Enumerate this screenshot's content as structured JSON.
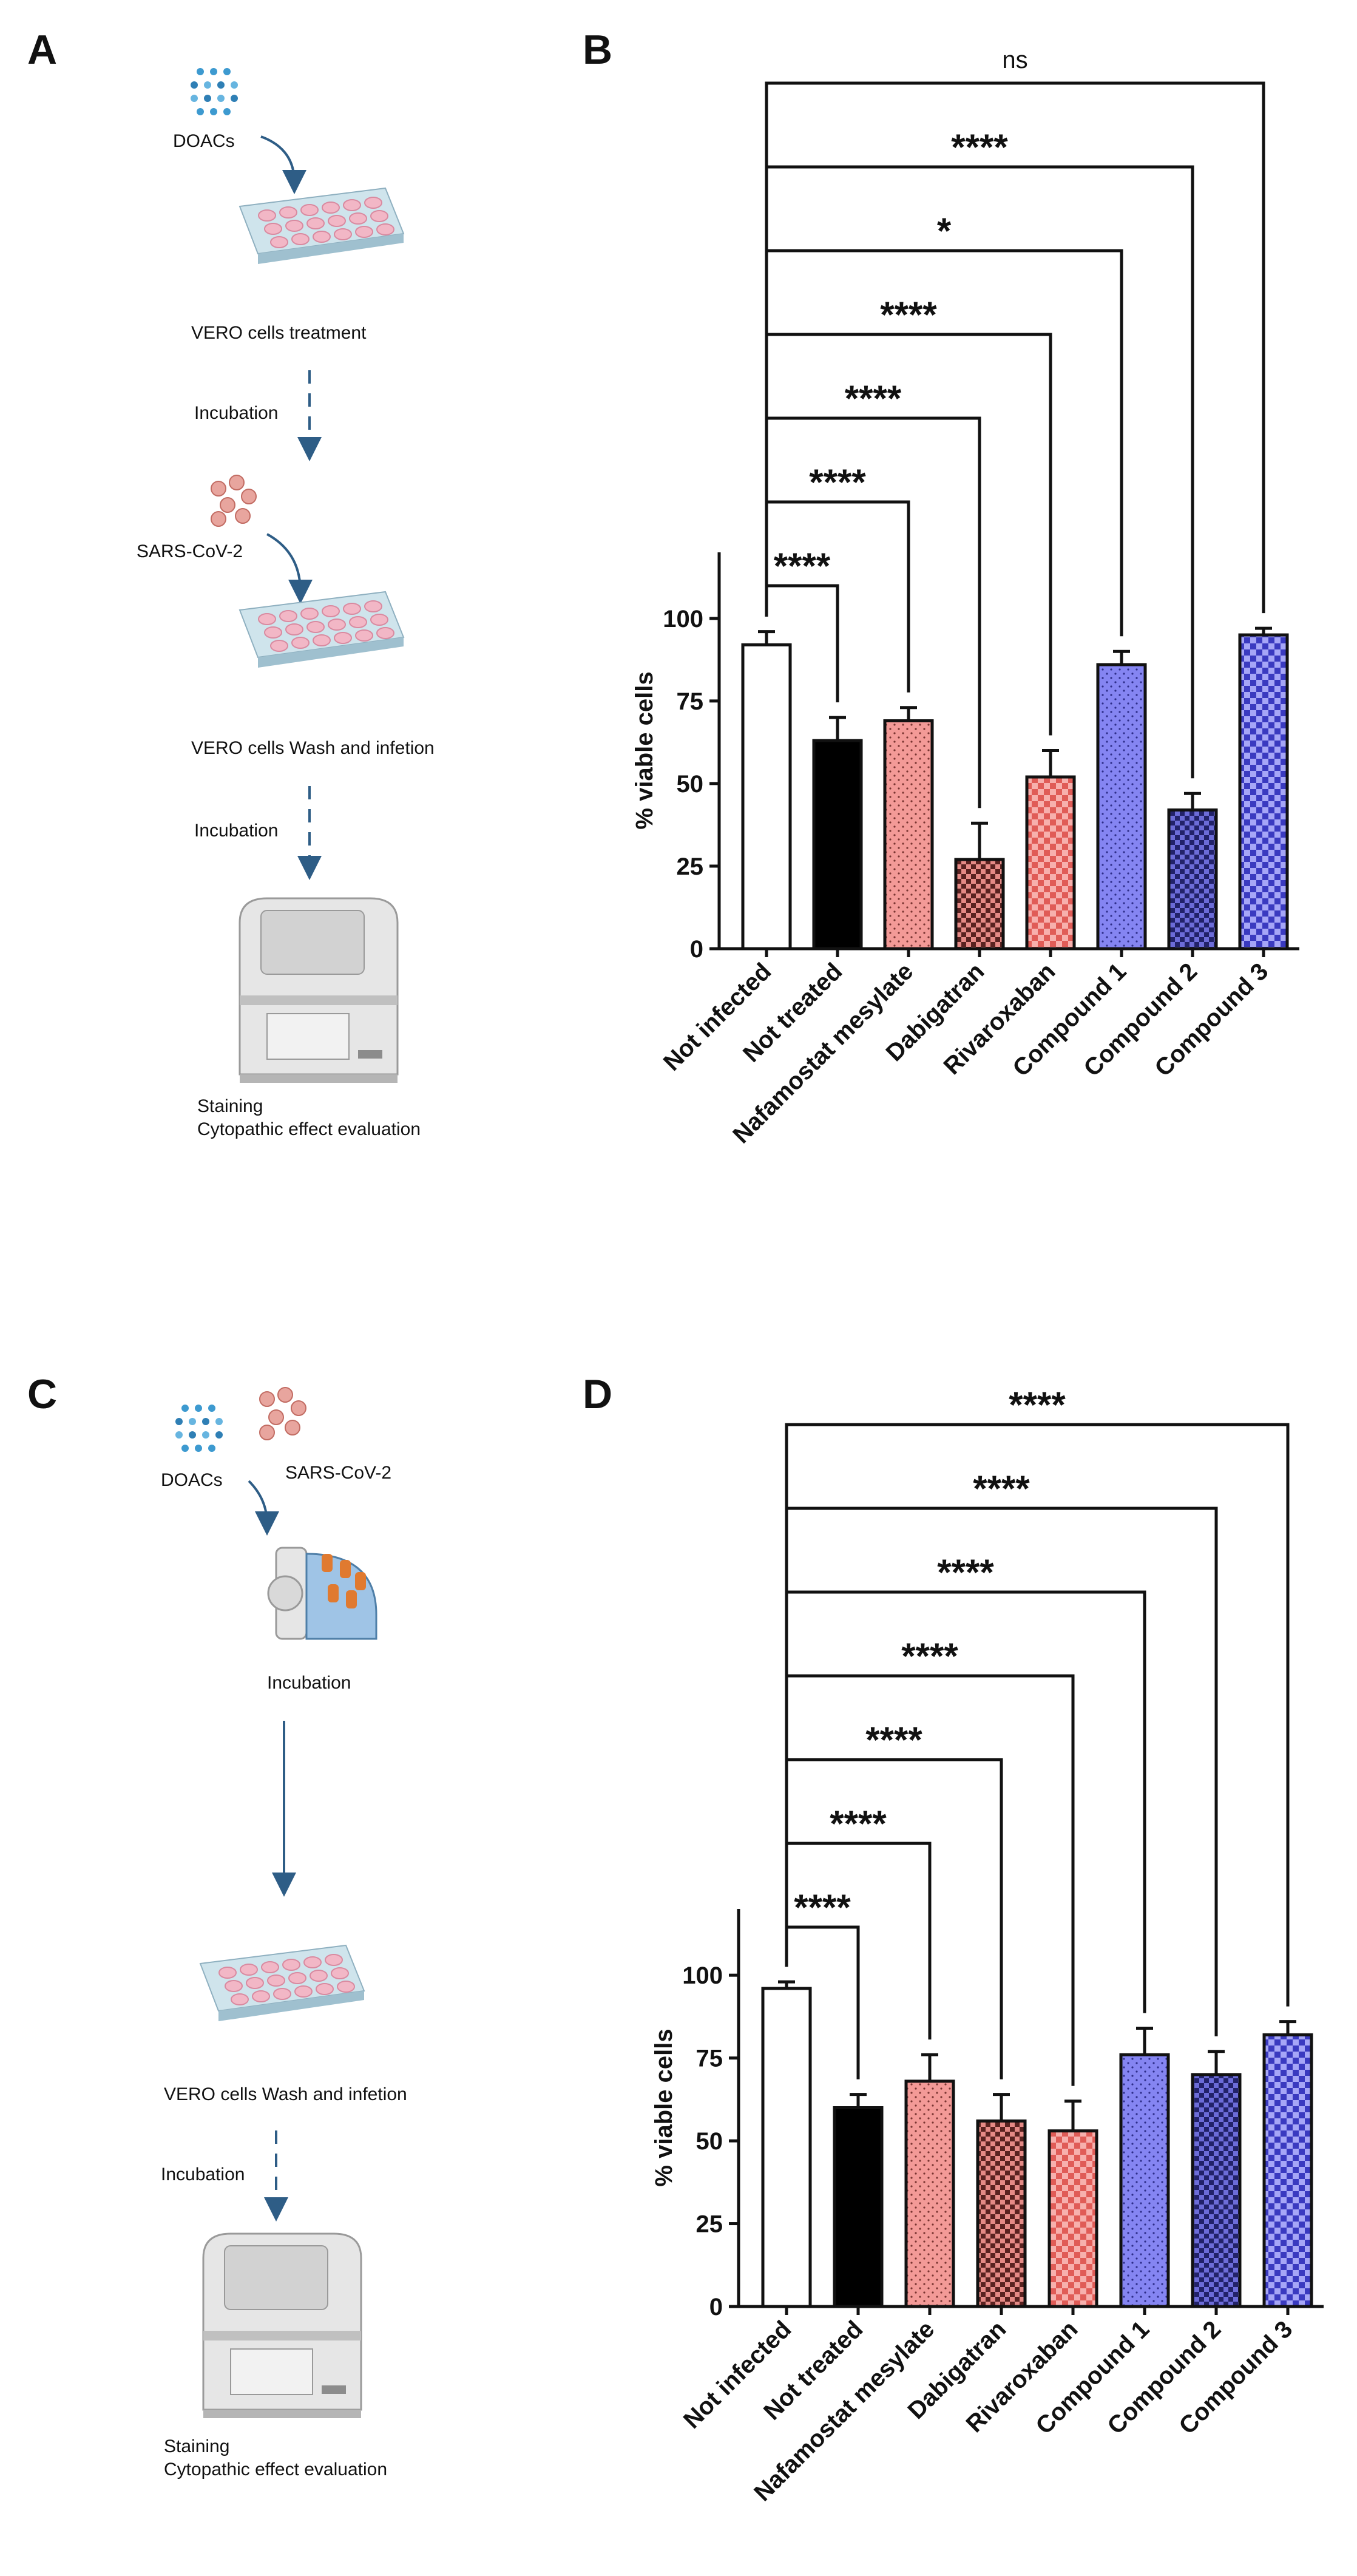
{
  "panel_labels": {
    "a": "A",
    "b": "B",
    "c": "C",
    "d": "D"
  },
  "workflow_a": {
    "doacs": "DOACs",
    "step1": "VERO cells treatment",
    "incubation1": "Incubation",
    "virus": "SARS-CoV-2",
    "step2": "VERO cells Wash and infetion",
    "incubation2": "Incubation",
    "staining": "Staining",
    "evaluation": "Cytopathic effect evaluation"
  },
  "workflow_c": {
    "doacs": "DOACs",
    "virus": "SARS-CoV-2",
    "incubation_label": "Incubation",
    "step2": "VERO cells Wash and infetion",
    "incubation2": "Incubation",
    "staining": "Staining",
    "evaluation": "Cytopathic effect evaluation"
  },
  "colors": {
    "white_bar": "#ffffff",
    "black_bar": "#000000",
    "salmon": "#f39a97",
    "dark_salmon": "#c4605c",
    "blue": "#7f7ff0",
    "dark_blue": "#4b4bb3",
    "axis": "#111111"
  },
  "chart_data": [
    {
      "panel": "B",
      "type": "bar",
      "ylabel": "% viable cells",
      "ylim": [
        0,
        120
      ],
      "yticks": [
        "0",
        "25",
        "50",
        "75",
        "100"
      ],
      "categories": [
        "Not infected",
        "Not treated",
        "Nafamostat mesylate",
        "Dabigatran",
        "Rivaroxaban",
        "Compound 1",
        "Compound 2",
        "Compound 3"
      ],
      "values": [
        92,
        63,
        69,
        27,
        52,
        86,
        42,
        95
      ],
      "errors": [
        4,
        7,
        4,
        11,
        8,
        4,
        5,
        2
      ],
      "fills": [
        "white",
        "black",
        "salmon-dots",
        "dark-salmon-check",
        "salmon-check",
        "blue-dots",
        "dark-blue-check",
        "blue-check"
      ],
      "significance": [
        {
          "label": "****",
          "vs": "Not treated"
        },
        {
          "label": "****",
          "vs": "Nafamostat mesylate"
        },
        {
          "label": "****",
          "vs": "Dabigatran"
        },
        {
          "label": "****",
          "vs": "Rivaroxaban"
        },
        {
          "label": "*",
          "vs": "Compound 1"
        },
        {
          "label": "****",
          "vs": "Compound 2"
        },
        {
          "label": "ns",
          "vs": "Compound 3"
        }
      ]
    },
    {
      "panel": "D",
      "type": "bar",
      "ylabel": "% viable cells",
      "ylim": [
        0,
        120
      ],
      "yticks": [
        "0",
        "25",
        "50",
        "75",
        "100"
      ],
      "categories": [
        "Not infected",
        "Not treated",
        "Nafamostat mesylate",
        "Dabigatran",
        "Rivaroxaban",
        "Compound 1",
        "Compound 2",
        "Compound 3"
      ],
      "values": [
        96,
        60,
        68,
        56,
        53,
        76,
        70,
        82
      ],
      "errors": [
        2,
        4,
        8,
        8,
        9,
        8,
        7,
        4
      ],
      "fills": [
        "white",
        "black",
        "salmon-dots",
        "dark-salmon-check",
        "salmon-check",
        "blue-dots",
        "dark-blue-check",
        "blue-check"
      ],
      "significance": [
        {
          "label": "****",
          "vs": "Not treated"
        },
        {
          "label": "****",
          "vs": "Nafamostat mesylate"
        },
        {
          "label": "****",
          "vs": "Dabigatran"
        },
        {
          "label": "****",
          "vs": "Rivaroxaban"
        },
        {
          "label": "****",
          "vs": "Compound 1"
        },
        {
          "label": "****",
          "vs": "Compound 2"
        },
        {
          "label": "****",
          "vs": "Compound 3"
        }
      ]
    }
  ]
}
